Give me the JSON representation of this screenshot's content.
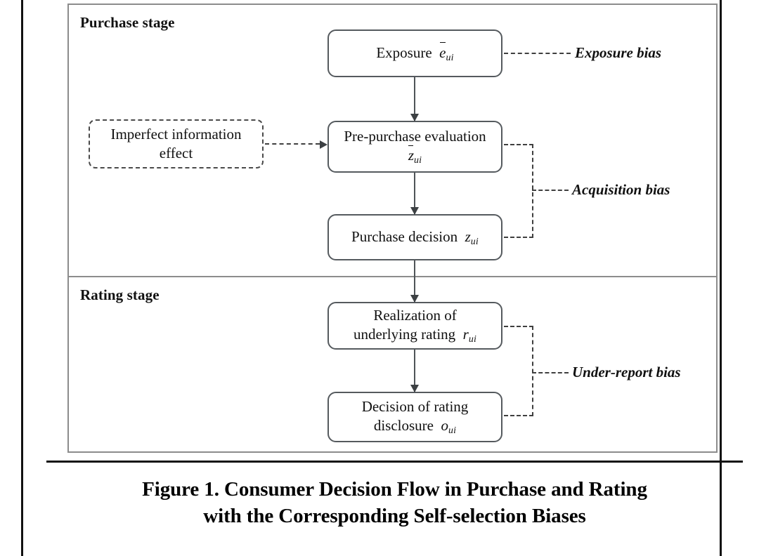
{
  "figure": {
    "caption_line1": "Figure 1. Consumer Decision Flow in Purchase and Rating",
    "caption_line2": "with the Corresponding Self-selection Biases"
  },
  "stages": {
    "purchase_label": "Purchase stage",
    "rating_label": "Rating stage"
  },
  "nodes": {
    "exposure": {
      "text": "Exposure",
      "symbol_base": "e",
      "symbol_sub": "ui",
      "overbar": true,
      "style": "solid"
    },
    "imperfect_information": {
      "line1": "Imperfect information",
      "line2": "effect",
      "style": "dashed"
    },
    "pre_purchase": {
      "line1": "Pre-purchase evaluation",
      "symbol_base": "z",
      "symbol_sub": "ui",
      "overbar": true,
      "style": "solid"
    },
    "purchase_decision": {
      "text": "Purchase decision",
      "symbol_base": "z",
      "symbol_sub": "ui",
      "overbar": false,
      "style": "solid"
    },
    "realization": {
      "line1": "Realization of",
      "line2": "underlying rating",
      "symbol_base": "r",
      "symbol_sub": "ui",
      "overbar": false,
      "style": "solid"
    },
    "disclosure": {
      "line1": "Decision of rating",
      "line2": "disclosure",
      "symbol_base": "o",
      "symbol_sub": "ui",
      "overbar": false,
      "style": "solid"
    }
  },
  "biases": {
    "exposure": "Exposure bias",
    "acquisition": "Acquisition bias",
    "under_report": "Under-report bias"
  },
  "colors": {
    "frame": "#111111",
    "inner_frame": "#8c8c8c",
    "box_border": "#555a5e",
    "connector": "#3f3f3f",
    "text": "#111111",
    "background": "#ffffff"
  }
}
